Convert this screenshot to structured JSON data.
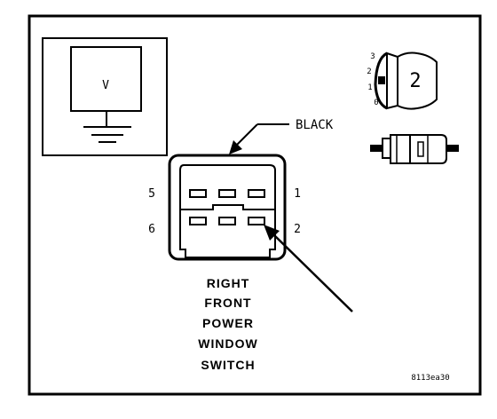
{
  "meter": {
    "label": "V"
  },
  "wire": {
    "color_label": "BLACK"
  },
  "connector": {
    "pin_labels": {
      "top_left": "5",
      "top_right": "1",
      "bottom_left": "6",
      "bottom_right": "2"
    }
  },
  "key_symbol": {
    "positions": [
      "3",
      "2",
      "1",
      "0"
    ],
    "key_number": "2"
  },
  "component": {
    "title_lines": [
      "RIGHT",
      "FRONT",
      "POWER",
      "WINDOW",
      "SWITCH"
    ]
  },
  "figure_code": "8113ea30",
  "colors": {
    "line": "#000000",
    "background": "#ffffff"
  }
}
